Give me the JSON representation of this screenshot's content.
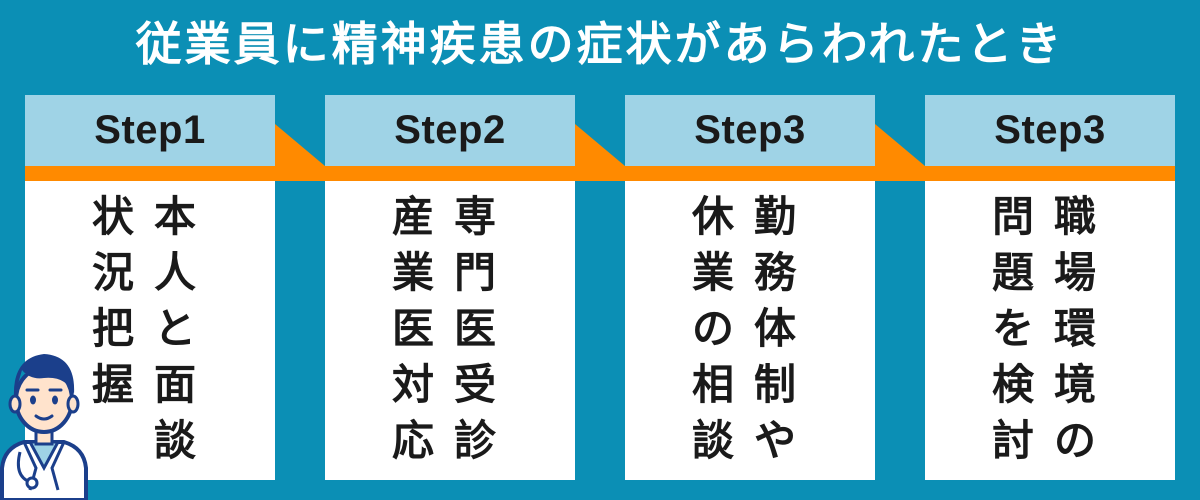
{
  "title": "従業員に精神疾患の症状があらわれたとき",
  "colors": {
    "background": "#0b8fb5",
    "header": "#9fd3e6",
    "accent": "#ff8a00",
    "card": "#ffffff"
  },
  "steps": [
    {
      "label": "Step1",
      "col_right": "本人と面談",
      "col_left": "状況把握"
    },
    {
      "label": "Step2",
      "col_right": "専門医受診",
      "col_left": "産業医対応"
    },
    {
      "label": "Step3",
      "col_right": "勤務体制や",
      "col_left": "休業の相談"
    },
    {
      "label": "Step3",
      "col_right": "職場環境の",
      "col_left": "問題を検討"
    }
  ],
  "icons": [
    "doctor-illustration"
  ]
}
